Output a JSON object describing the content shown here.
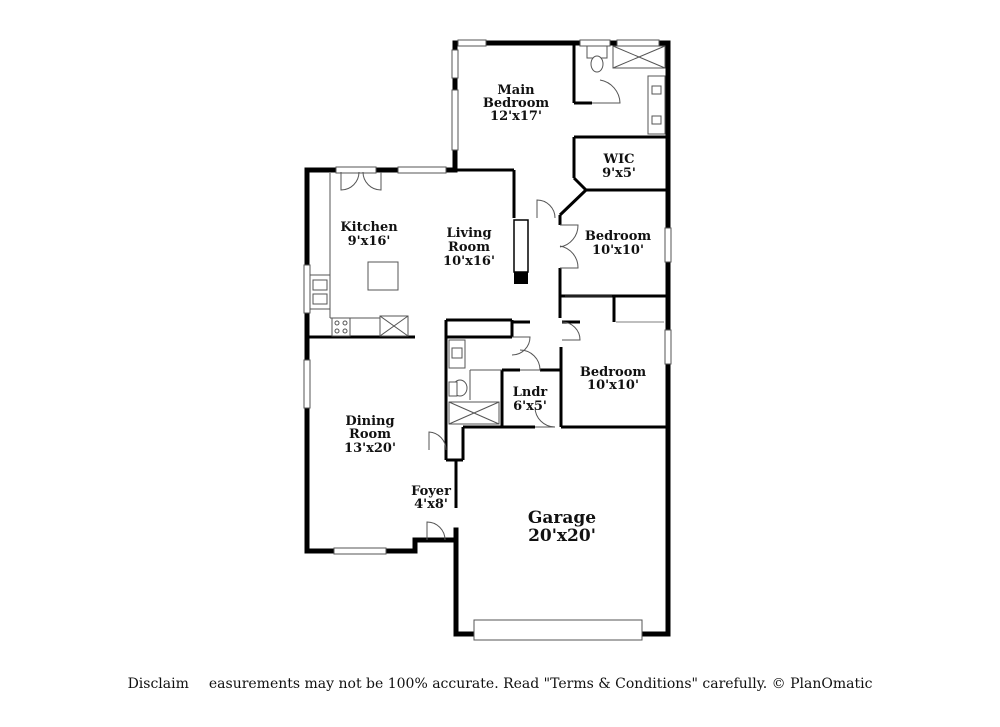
{
  "rooms": {
    "main_bedroom": {
      "name_line1": "Main",
      "name_line2": "Bedroom",
      "size": "12'x17'"
    },
    "wic": {
      "name": "WIC",
      "size": "9'x5'"
    },
    "kitchen": {
      "name": "Kitchen",
      "size": "9'x16'"
    },
    "living_room": {
      "name_line1": "Living",
      "name_line2": "Room",
      "size": "10'x16'"
    },
    "bedroom_2": {
      "name": "Bedroom",
      "size": "10'x10'"
    },
    "bedroom_3": {
      "name": "Bedroom",
      "size": "10'x10'"
    },
    "laundry": {
      "name": "Lndr",
      "size": "6'x5'"
    },
    "dining_room": {
      "name_line1": "Dining",
      "name_line2": "Room",
      "size": "13'x20'"
    },
    "foyer": {
      "name": "Foyer",
      "size": "4'x8'"
    },
    "garage": {
      "name": "Garage",
      "size": "20'x20'"
    }
  },
  "footer": {
    "disclaimer_start": "Disclaim",
    "disclaimer_rest": "easurements may not be 100% accurate. Read \"Terms & Conditions\" carefully. © PlanOmatic"
  },
  "colors": {
    "wall": "#000000",
    "thin_line": "#555555",
    "background": "#ffffff"
  }
}
